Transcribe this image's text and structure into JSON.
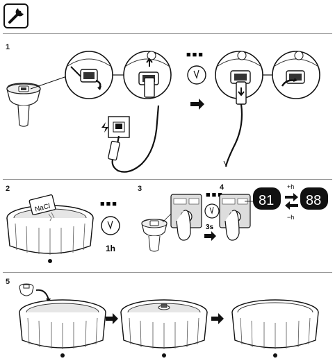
{
  "header": {
    "icon": "wrench-icon"
  },
  "step1": {
    "number": "1",
    "dots": "■■■"
  },
  "step2": {
    "number": "2",
    "salt_label": "NaCl",
    "duration": "1h",
    "dots": "■■■"
  },
  "step3": {
    "number": "3",
    "hold_time": "3s",
    "dots": "■■■"
  },
  "step4": {
    "number": "4",
    "display_before": "81",
    "display_after": "88",
    "increase_label": "+h",
    "decrease_label": "−h"
  },
  "step5": {
    "number": "5"
  }
}
